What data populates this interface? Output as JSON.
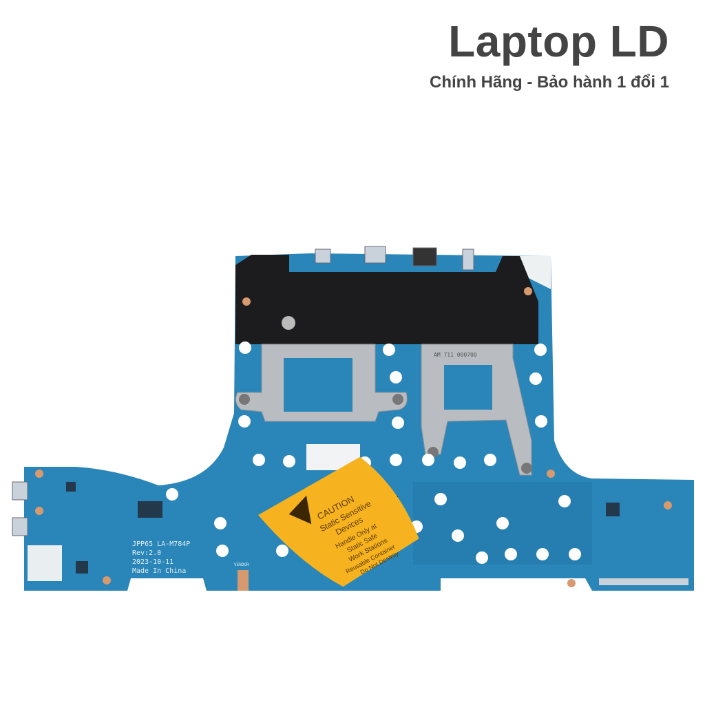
{
  "brand": {
    "title": "Laptop LD",
    "subtitle": "Chính Hãng - Bảo hành 1 đổi 1"
  },
  "board": {
    "silkscreen": [
      "JPP65 LA-M784P",
      "Rev:2.0",
      "2023-10-11",
      "Made In China"
    ],
    "heatsink_label": "AM 711 000700",
    "vendor_label": "VENDOR"
  },
  "sticker": {
    "lines": [
      "CAUTION",
      "Static Sensitive",
      "Devices",
      "Handle Only at",
      "Static Safe",
      "Work Stations",
      "Reusable Container",
      "Do Not Destroy"
    ],
    "color": "#f6b21f"
  },
  "colors": {
    "pcb": "#2a86b8",
    "heatsink": "#b9bcc0",
    "thermal_sheet": "#1c1c1e",
    "text": "#444444"
  }
}
